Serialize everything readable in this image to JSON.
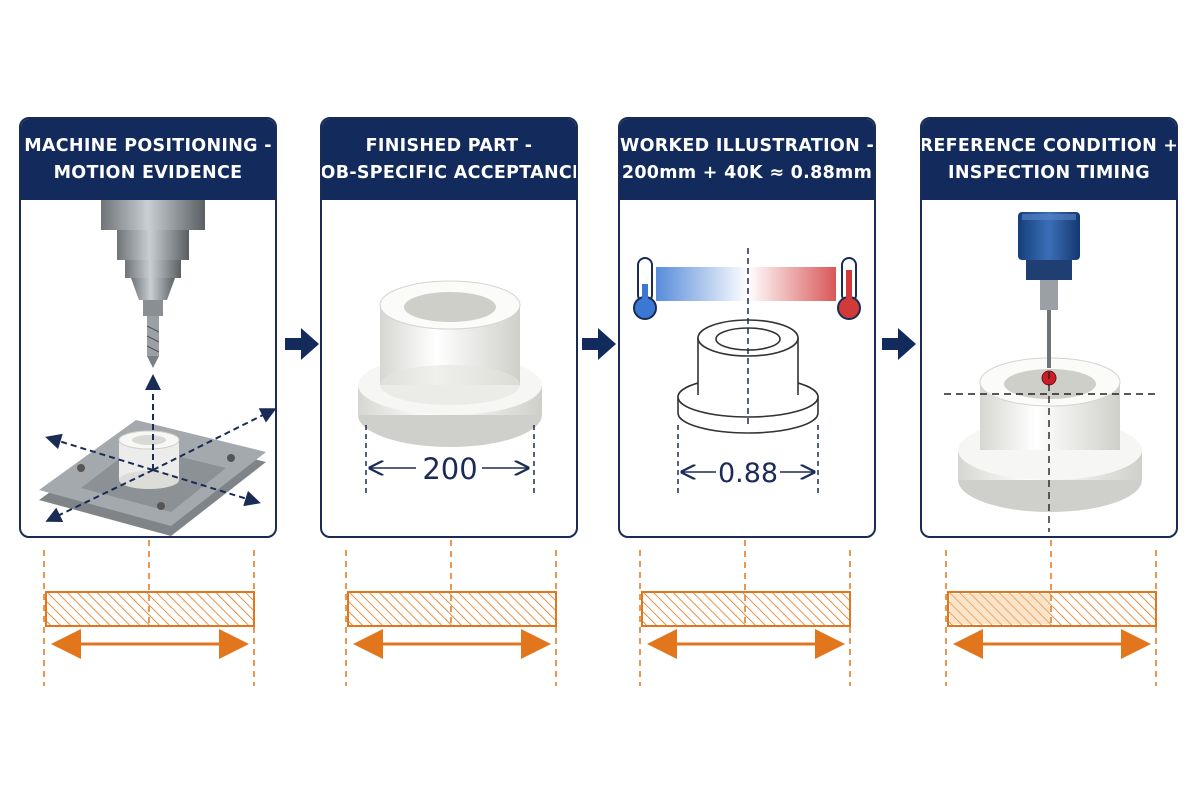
{
  "panels": [
    {
      "id": "machine-positioning",
      "title_line1": "MACHINE POSITIONING -",
      "title_line2": "MOTION EVIDENCE"
    },
    {
      "id": "finished-part",
      "title_line1": "FINISHED PART -",
      "title_line2": "JOB-SPECIFIC ACCEPTANCE",
      "dimension_label": "200"
    },
    {
      "id": "worked-illustration",
      "title_line1": "WORKED ILLUSTRATION -",
      "title_line2": "200mm + 40K ≈ 0.88mm",
      "dimension_label": "0.88"
    },
    {
      "id": "reference-condition",
      "title_line1": "REFERENCE CONDITION +",
      "title_line2": "INSPECTION TIMING"
    }
  ],
  "colors": {
    "header": "#132a5c",
    "arrow": "#132a5c",
    "dimension": "#1a2b55",
    "gauge_orange": "#e2761c",
    "cold": "#3a78d4",
    "hot": "#d23a3a"
  },
  "icons": [
    "spindle-tool-icon",
    "thermometer-cold-icon",
    "thermometer-hot-icon",
    "probe-icon",
    "flow-arrow-icon"
  ]
}
